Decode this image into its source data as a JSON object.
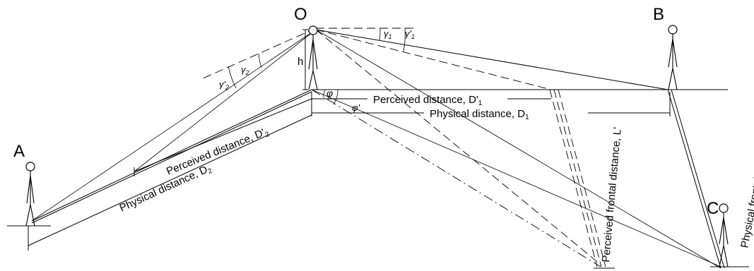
{
  "points": {
    "O": "O",
    "A": "A",
    "B": "B",
    "C": "C"
  },
  "height": "h",
  "angles": {
    "gamma1": "γ",
    "gamma1_sub": "1",
    "gamma1p": "γ'",
    "gamma1p_sub": "1",
    "gamma2": "γ",
    "gamma2_sub": "2",
    "gamma2p": "γ'",
    "gamma2p_sub": "2",
    "phi": "φ",
    "phip": "φ'"
  },
  "labels": {
    "perceived_d1": "Perceived distance, D'",
    "perceived_d1_sub": "1",
    "physical_d1": "Physical distance, D",
    "physical_d1_sub": "1",
    "perceived_d2": "Perceived distance, D'",
    "perceived_d2_sub": "2",
    "physical_d2": "Physical distance, D",
    "physical_d2_sub": "2",
    "perceived_frontal": "Perceived frontal distance, L'",
    "physical_frontal": "Physical frontal distance, L"
  }
}
